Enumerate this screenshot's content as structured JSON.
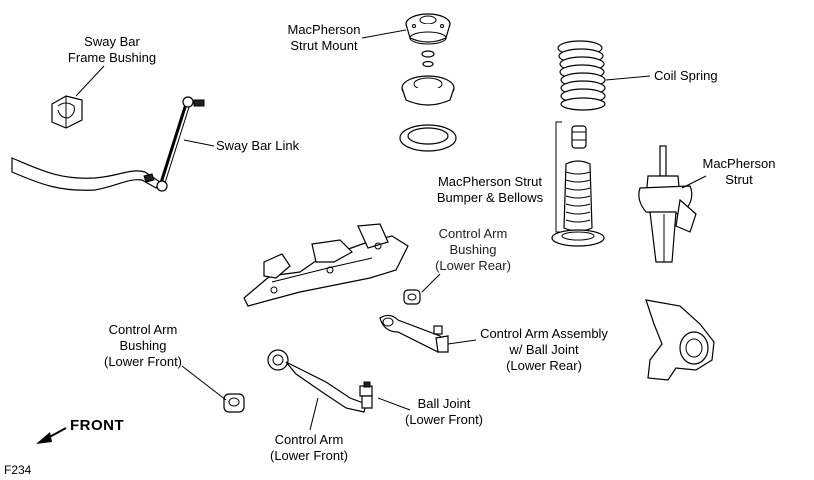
{
  "labels": {
    "sway_bar_frame_bushing": [
      "Sway Bar",
      "Frame Bushing"
    ],
    "sway_bar_link": "Sway Bar Link",
    "strut_mount": [
      "MacPherson",
      "Strut Mount"
    ],
    "coil_spring": "Coil Spring",
    "strut": [
      "MacPherson",
      "Strut"
    ],
    "bumper_bellows": [
      "MacPherson Strut",
      "Bumper & Bellows"
    ],
    "ca_bushing_lower_rear": [
      "Control Arm",
      "Bushing",
      "(Lower Rear)"
    ],
    "ca_assembly": [
      "Control Arm Assembly",
      "w/ Ball Joint",
      "(Lower Rear)"
    ],
    "ca_bushing_lower_front": [
      "Control Arm",
      "Bushing",
      "(Lower Front)"
    ],
    "ball_joint": [
      "Ball Joint",
      "(Lower Front)"
    ],
    "control_arm_lower_front": [
      "Control Arm",
      "(Lower Front)"
    ],
    "front": "FRONT",
    "figure_id": "F234"
  }
}
